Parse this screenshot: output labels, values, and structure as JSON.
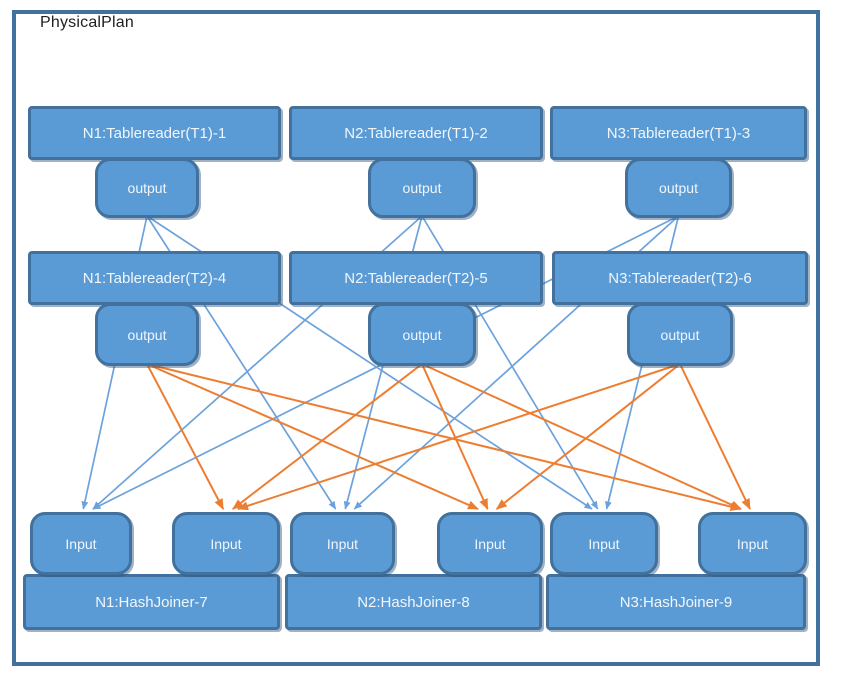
{
  "title": "PhysicalPlan",
  "colors": {
    "node_fill": "#5B9BD5",
    "node_border": "#41719C",
    "frame_border": "#41719C",
    "label": "#F0F6FC",
    "title": "#1F1F1F",
    "blue_edge": "#6CA2DC",
    "orange_edge": "#ED7D31"
  },
  "tablereaders_t1": [
    {
      "id": "tr1",
      "label": "N1:Tablereader(T1)-1",
      "output": {
        "id": "out1",
        "label": "output"
      }
    },
    {
      "id": "tr2",
      "label": "N2:Tablereader(T1)-2",
      "output": {
        "id": "out2",
        "label": "output"
      }
    },
    {
      "id": "tr3",
      "label": "N3:Tablereader(T1)-3",
      "output": {
        "id": "out3",
        "label": "output"
      }
    }
  ],
  "tablereaders_t2": [
    {
      "id": "tr4",
      "label": "N1:Tablereader(T2)-4",
      "output": {
        "id": "out4",
        "label": "output"
      }
    },
    {
      "id": "tr5",
      "label": "N2:Tablereader(T2)-5",
      "output": {
        "id": "out5",
        "label": "output"
      }
    },
    {
      "id": "tr6",
      "label": "N3:Tablereader(T2)-6",
      "output": {
        "id": "out6",
        "label": "output"
      }
    }
  ],
  "hashjoiners": [
    {
      "id": "hj7",
      "label": "N1:HashJoiner-7",
      "left_input": {
        "id": "in7l",
        "label": "Input"
      },
      "right_input": {
        "id": "in7r",
        "label": "Input"
      }
    },
    {
      "id": "hj8",
      "label": "N2:HashJoiner-8",
      "left_input": {
        "id": "in8l",
        "label": "Input"
      },
      "right_input": {
        "id": "in8r",
        "label": "Input"
      }
    },
    {
      "id": "hj9",
      "label": "N3:HashJoiner-9",
      "left_input": {
        "id": "in9l",
        "label": "Input"
      },
      "right_input": {
        "id": "in9r",
        "label": "Input"
      }
    }
  ],
  "edges": [
    {
      "from": "out1",
      "to": "in7l",
      "color": "blue"
    },
    {
      "from": "out1",
      "to": "in8l",
      "color": "blue"
    },
    {
      "from": "out1",
      "to": "in9l",
      "color": "blue"
    },
    {
      "from": "out2",
      "to": "in7l",
      "color": "blue"
    },
    {
      "from": "out2",
      "to": "in8l",
      "color": "blue"
    },
    {
      "from": "out2",
      "to": "in9l",
      "color": "blue"
    },
    {
      "from": "out3",
      "to": "in7l",
      "color": "blue"
    },
    {
      "from": "out3",
      "to": "in8l",
      "color": "blue"
    },
    {
      "from": "out3",
      "to": "in9l",
      "color": "blue"
    },
    {
      "from": "out4",
      "to": "in7r",
      "color": "orange"
    },
    {
      "from": "out4",
      "to": "in8r",
      "color": "orange"
    },
    {
      "from": "out4",
      "to": "in9r",
      "color": "orange"
    },
    {
      "from": "out5",
      "to": "in7r",
      "color": "orange"
    },
    {
      "from": "out5",
      "to": "in8r",
      "color": "orange"
    },
    {
      "from": "out5",
      "to": "in9r",
      "color": "orange"
    },
    {
      "from": "out6",
      "to": "in7r",
      "color": "orange"
    },
    {
      "from": "out6",
      "to": "in8r",
      "color": "orange"
    },
    {
      "from": "out6",
      "to": "in9r",
      "color": "orange"
    }
  ]
}
